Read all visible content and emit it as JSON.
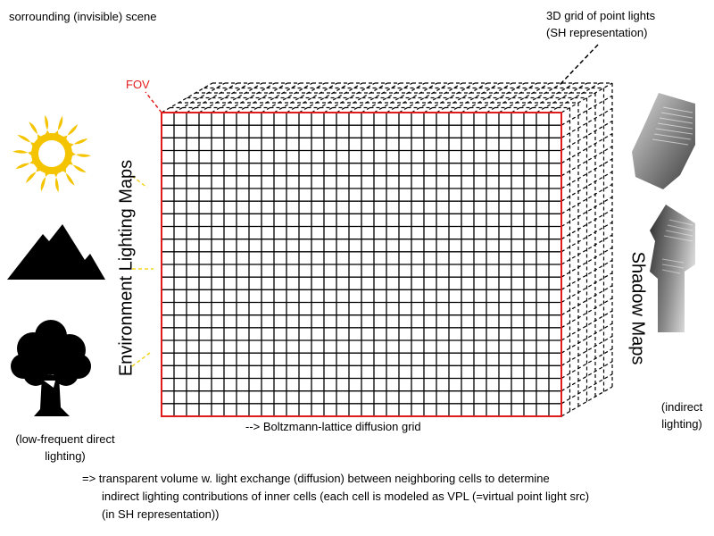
{
  "scene_label": "sorrounding (invisible) scene",
  "grid_label": {
    "line1": "3D grid of point lights",
    "line2": "(SH representation)"
  },
  "fov_label": "FOV",
  "env_maps_label": "Environment Lighting Maps",
  "shadow_maps_label": "Shadow Maps",
  "left_caption": {
    "line1": "(low-frequent direct",
    "line2": "lighting)"
  },
  "right_caption": {
    "line1": "(indirect",
    "line2": "lighting)"
  },
  "grid_caption": "--> Boltzmann-lattice diffusion grid",
  "footnote": {
    "line1": "=> transparent volume w. light exchange (diffusion) between neighboring cells to determine",
    "line2": "indirect lighting contributions of inner cells (each cell is modeled as VPL (=virtual point light src)",
    "line3": "(in SH representation))"
  },
  "colors": {
    "fov_red": "#e31a1c",
    "sun_yellow": "#f5c400",
    "dash_yellow": "#f2d51f",
    "grid_line": "#000000"
  },
  "icons": [
    "sun-icon",
    "mountain-icon",
    "tree-icon",
    "shadow-map-icon"
  ]
}
